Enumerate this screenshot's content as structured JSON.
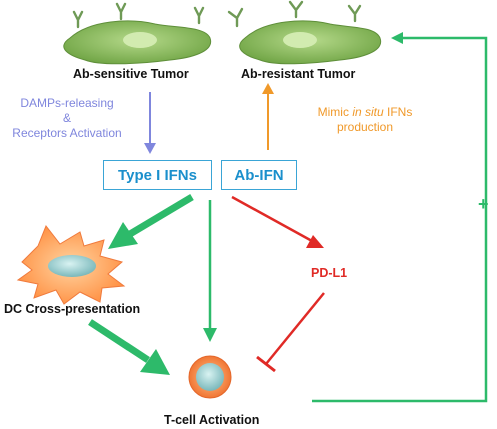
{
  "nodes": {
    "ab_sensitive_tumor": "Ab-sensitive Tumor",
    "ab_resistant_tumor": "Ab-resistant Tumor",
    "type_i_ifns": "Type I IFNs",
    "ab_ifn": "Ab-IFN",
    "dc_cross_presentation": "DC Cross-presentation",
    "pd_l1": "PD-L1",
    "t_cell_activation": "T-cell Activation"
  },
  "annotations": {
    "damps_line1": "DAMPs-releasing",
    "damps_amp": "&",
    "damps_line2": "Receptors Activation",
    "mimic_prefix": "Mimic ",
    "mimic_italic": "in situ",
    "mimic_suffix": " IFNs",
    "mimic_line2": "production",
    "plus_sign": "+"
  },
  "colors": {
    "tumor_cell": "#7fb24f",
    "antibody": "#6f9a56",
    "box_border": "#3aa5d6",
    "box_text": "#1a8fcc",
    "activation_arrow": "#2dba6a",
    "inhibition_arrow": "#e02a26",
    "blue_arrow": "#7f86dd",
    "orange_arrow": "#f0992a",
    "dc_cell": "#ff9a4d",
    "t_cell": "#f07a3c"
  }
}
